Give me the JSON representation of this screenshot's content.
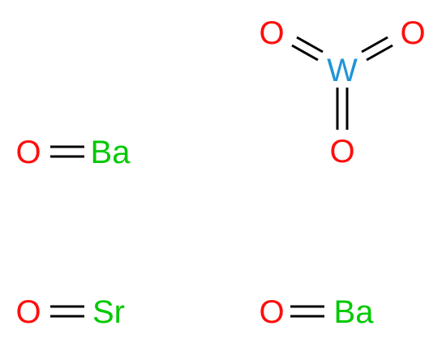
{
  "colors": {
    "oxygen": "#ff0d0d",
    "tungsten": "#2194d6",
    "barium": "#00c900",
    "strontium": "#00c900",
    "bond": "#000000"
  },
  "molecules": {
    "tungstate": {
      "center": "W",
      "ligands": [
        "O",
        "O",
        "O"
      ],
      "bond_type": "double"
    },
    "barium_oxide_1": {
      "metal": "Ba",
      "oxygen": "O",
      "bond_type": "double"
    },
    "strontium_oxide": {
      "metal": "Sr",
      "oxygen": "O",
      "bond_type": "double"
    },
    "barium_oxide_2": {
      "metal": "Ba",
      "oxygen": "O",
      "bond_type": "double"
    }
  }
}
